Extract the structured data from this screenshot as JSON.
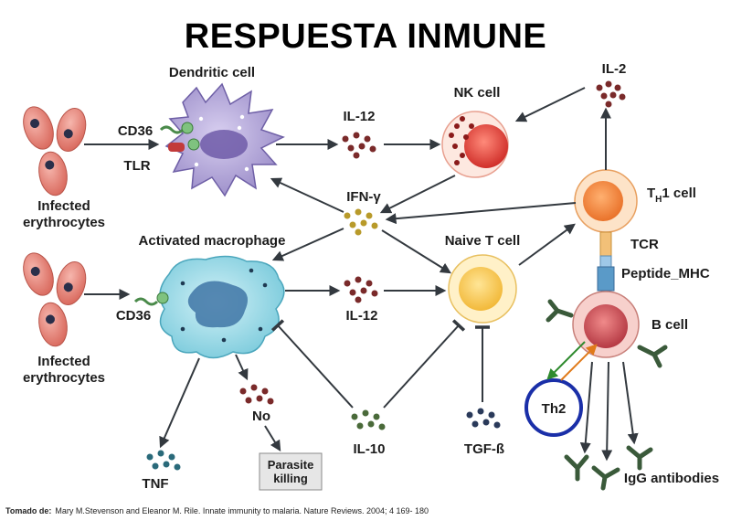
{
  "title": "RESPUESTA INMUNE",
  "labels": {
    "dendritic_cell": "Dendritic cell",
    "nk_cell": "NK cell",
    "il2": "IL-2",
    "il12_top": "IL-12",
    "il12_mid": "IL-12",
    "cd36_top": "CD36",
    "cd36_bottom": "CD36",
    "tlr": "TLR",
    "infected_top_1": "Infected",
    "infected_top_2": "erythrocytes",
    "infected_bottom_1": "Infected",
    "infected_bottom_2": "erythrocytes",
    "ifn_gamma": "IFN-γ",
    "th1_pre": "T",
    "th1_sub": "H",
    "th1_post": "1 cell",
    "activated_macrophage": "Activated macrophage",
    "naive_t_cell": "Naive T cell",
    "tcr": "TCR",
    "peptide_mhc": "Peptide_MHC",
    "b_cell": "B cell",
    "th2": "Th2",
    "no": "No",
    "parasite_1": "Parasite",
    "parasite_2": "killing",
    "tnf": "TNF",
    "il10": "IL-10",
    "tgf_beta": "TGF-ß",
    "igg": "IgG antibodies"
  },
  "citation": {
    "prefix": "Tomado de:",
    "text": "Mary M.Stevenson and Eleanor M. Rile. Innate immunity to malaria. Nature Reviews. 2004; 4 169- 180"
  },
  "colors": {
    "erythrocyte": "#e8857a",
    "dendritic": "#a89bcf",
    "macrophage": "#8fd3e3",
    "nk": "#e23d38",
    "th1": "#f08a3a",
    "naive": "#f5c94e",
    "bcell": "#c94a52",
    "th2_ring": "#1a2fa8",
    "cytokine_red": "#7a2a2a",
    "cytokine_green": "#4a6a3a",
    "arrow": "#33393f"
  }
}
